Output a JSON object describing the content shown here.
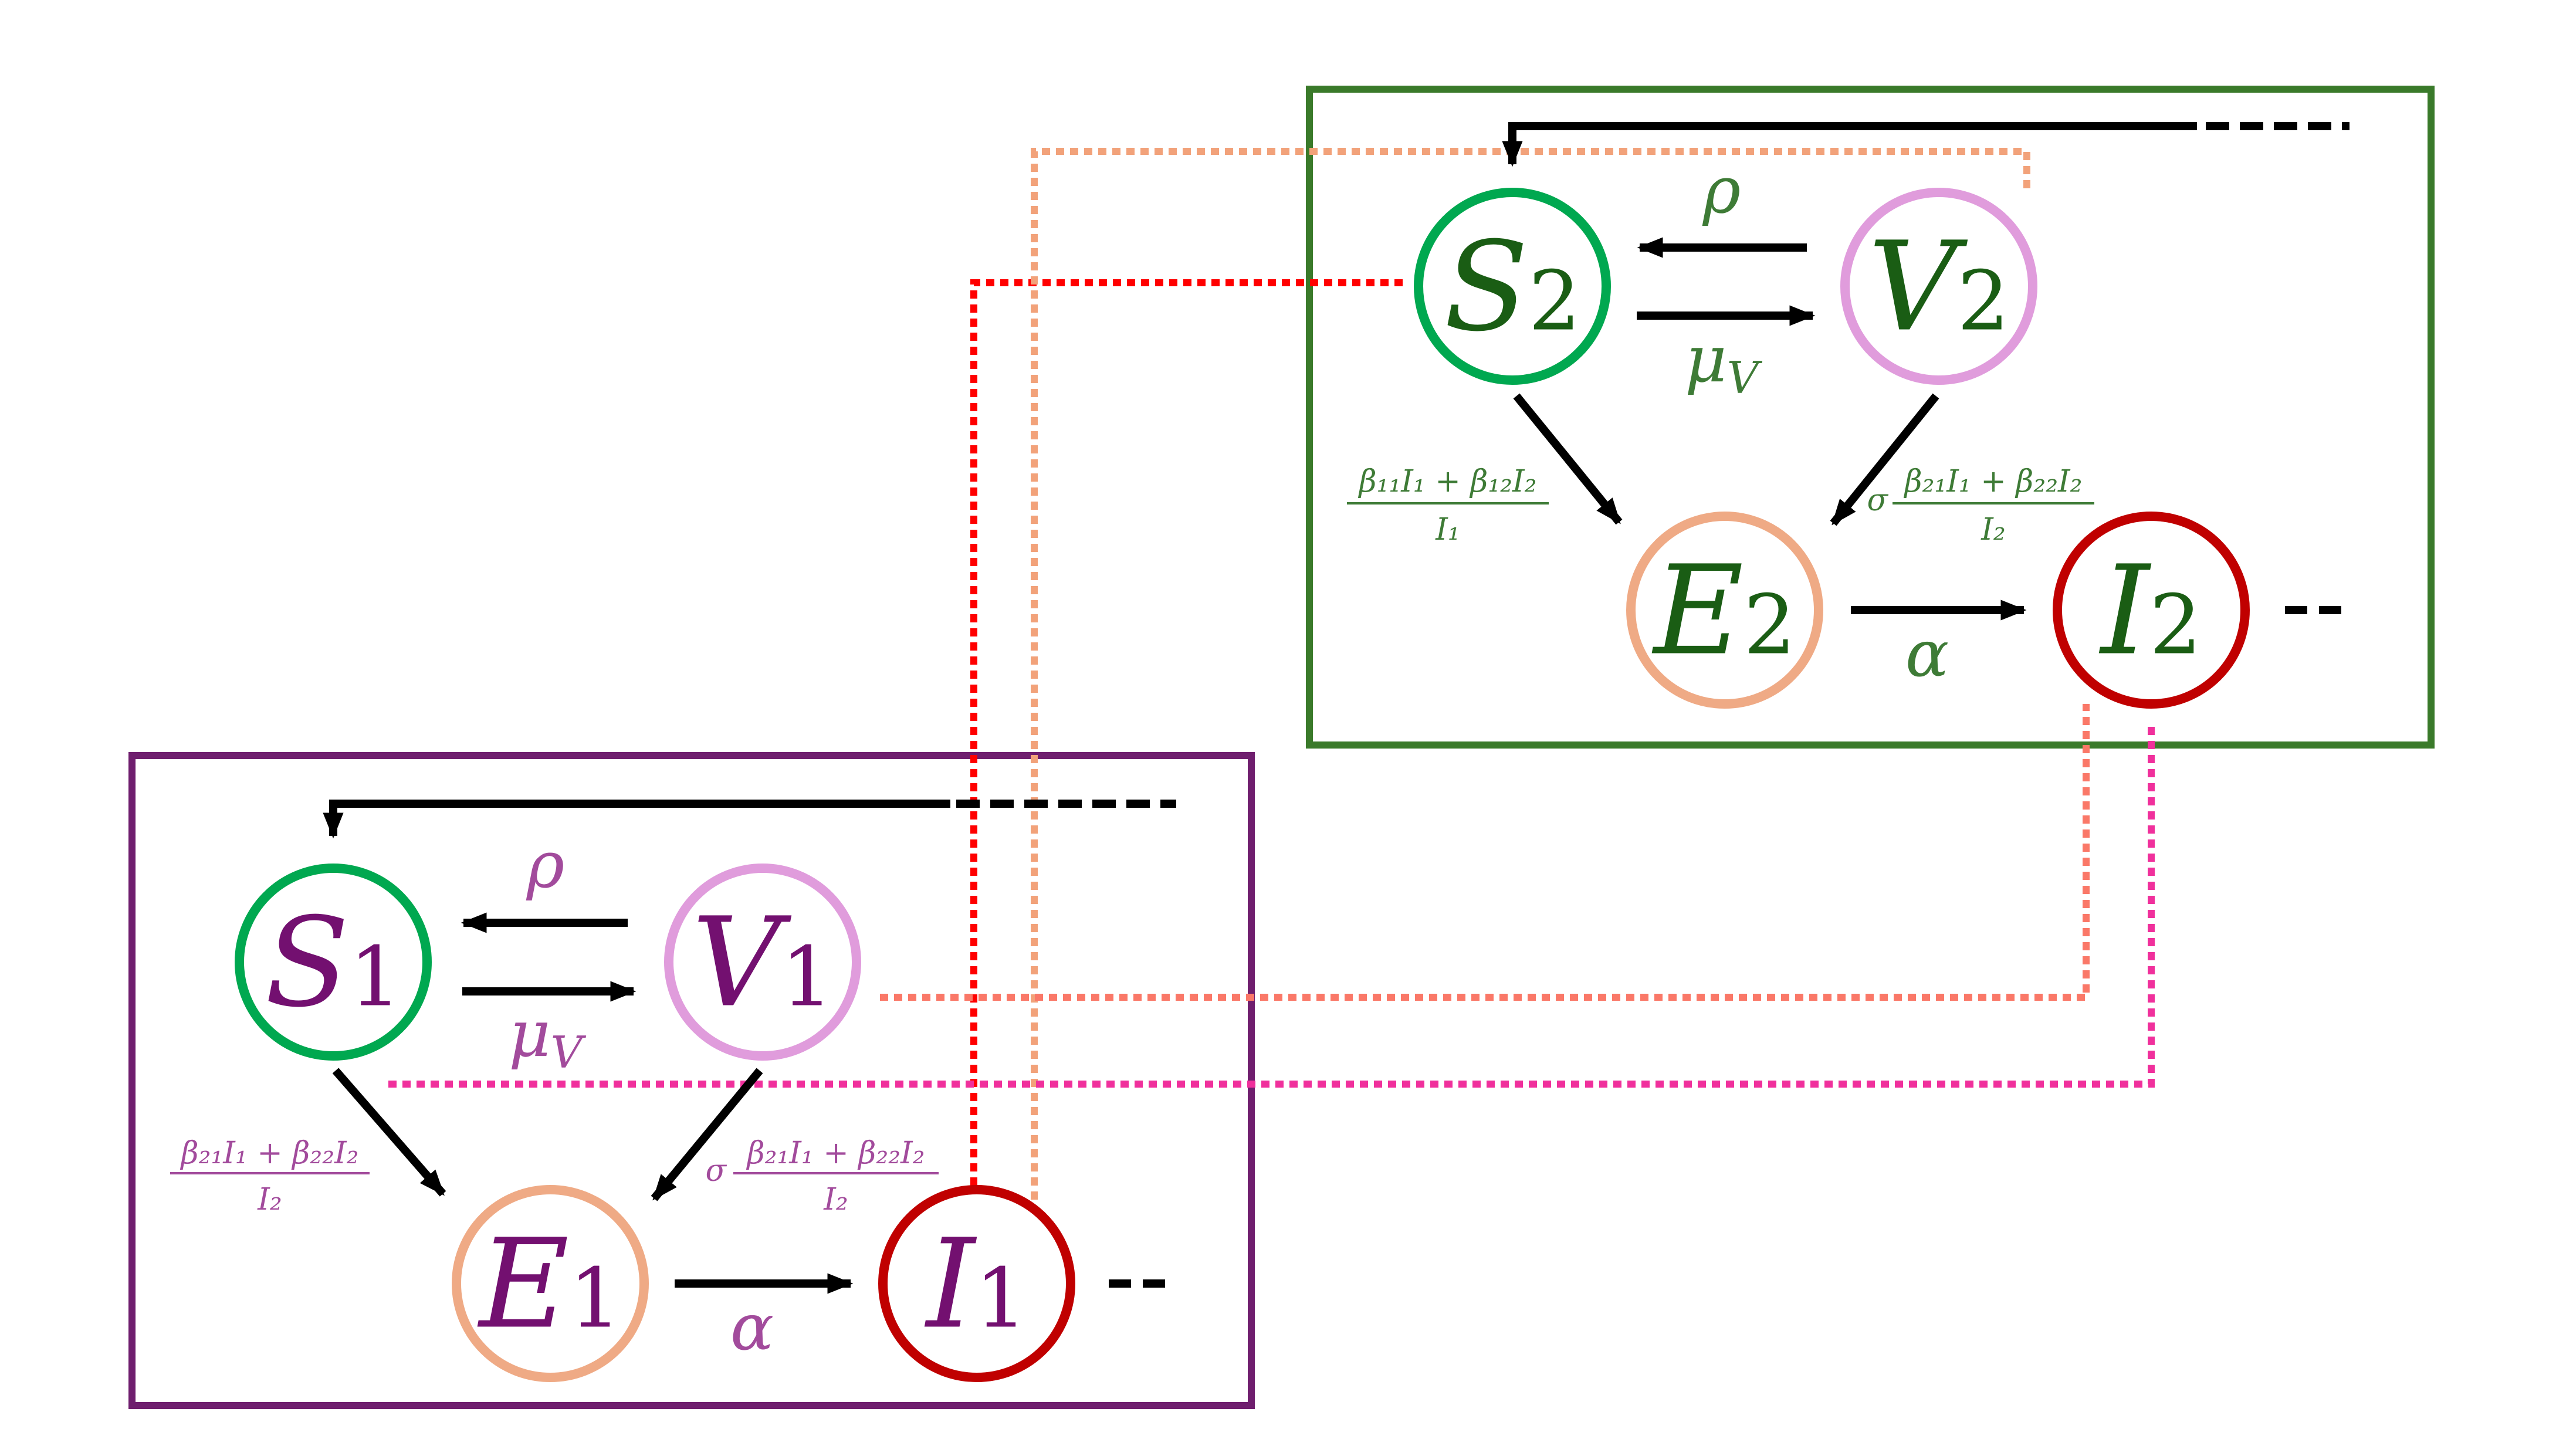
{
  "colors": {
    "purple_box": "#6F1E6E",
    "green_box": "#3A7A2A",
    "s_ring": "#00A850",
    "v_ring": "#E09CDC",
    "e_ring": "#EFAA85",
    "i_ring": "#C00000",
    "purple_text": "#731070",
    "green_text": "#1A5D14",
    "label_purple": "#A24B9C",
    "label_green": "#3E7B36",
    "black": "#000000",
    "dot_red": "#FF0000",
    "dot_orange": "#F2A27A",
    "dot_salmon": "#FA7868",
    "dot_pink": "#F0309C"
  },
  "nodes": {
    "S1": {
      "letter": "S",
      "sub": "1"
    },
    "V1": {
      "letter": "V",
      "sub": "1"
    },
    "E1": {
      "letter": "E",
      "sub": "1"
    },
    "I1": {
      "letter": "I",
      "sub": "1"
    },
    "S2": {
      "letter": "S",
      "sub": "2"
    },
    "V2": {
      "letter": "V",
      "sub": "2"
    },
    "E2": {
      "letter": "E",
      "sub": "2"
    },
    "I2": {
      "letter": "I",
      "sub": "2"
    }
  },
  "labels": {
    "rho": "ρ",
    "mu": "μ",
    "mu_sub": "V",
    "alpha": "α",
    "sigma": "σ",
    "frac_p1_num": "β₂₁I₁ + β₂₂I₂",
    "frac_p1_den": "I₂",
    "frac_p2_num": "β₂₁I₁ + β₂₂I₂",
    "frac_p2_den": "I₂",
    "frac_g1_num": "β₁₁I₁ + β₁₂I₂",
    "frac_g1_den": "I₁",
    "frac_g2_num": "β₂₁I₁ + β₂₂I₂",
    "frac_g2_den": "I₂"
  }
}
